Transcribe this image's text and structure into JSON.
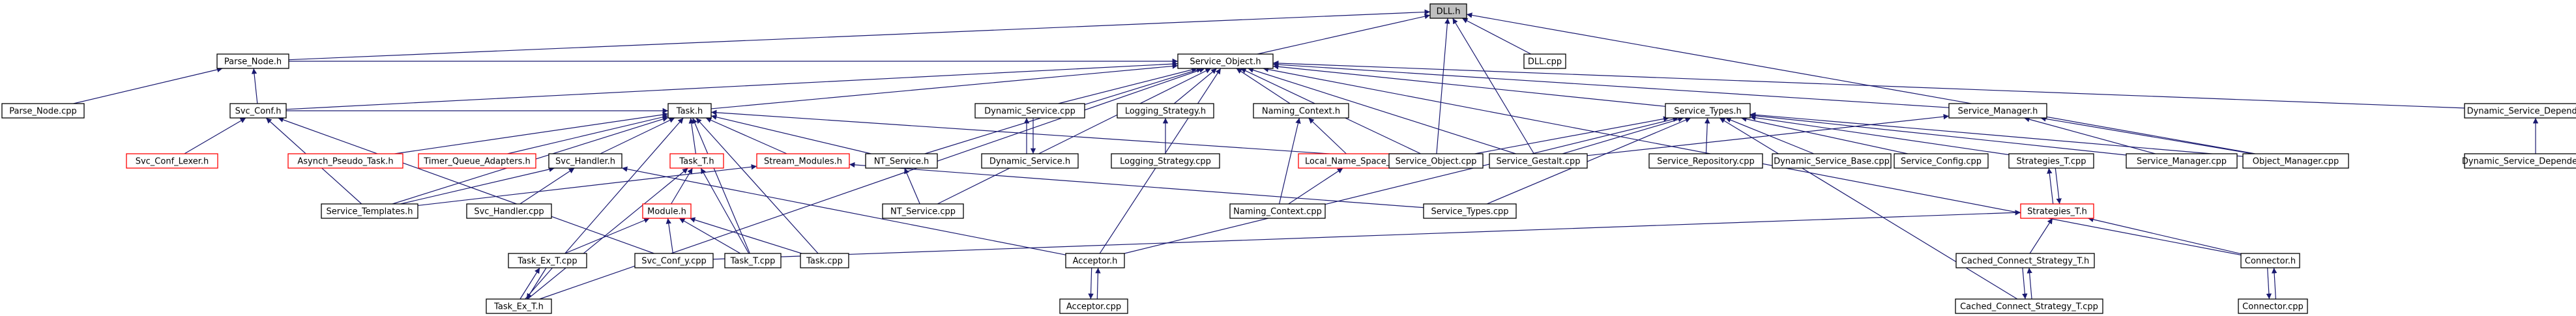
{
  "colors": {
    "root_fill": "#bfbfbf",
    "node_fill": "#ffffff",
    "border_black": "#000000",
    "border_red": "#ff0000",
    "edge": "#191970"
  },
  "nodes": [
    {
      "id": "dll_h",
      "label": "DLL.h",
      "root": true
    },
    {
      "id": "parse_node_h",
      "label": "Parse_Node.h"
    },
    {
      "id": "service_object_h",
      "label": "Service_Object.h"
    },
    {
      "id": "dll_cpp",
      "label": "DLL.cpp"
    },
    {
      "id": "parse_node_cpp",
      "label": "Parse_Node.cpp"
    },
    {
      "id": "svc_conf_h",
      "label": "Svc_Conf.h"
    },
    {
      "id": "task_h",
      "label": "Task.h"
    },
    {
      "id": "dynamic_service_cpp",
      "label": "Dynamic_Service.cpp"
    },
    {
      "id": "logging_strategy_h",
      "label": "Logging_Strategy.h"
    },
    {
      "id": "naming_context_h",
      "label": "Naming_Context.h"
    },
    {
      "id": "service_types_h",
      "label": "Service_Types.h"
    },
    {
      "id": "service_manager_h",
      "label": "Service_Manager.h"
    },
    {
      "id": "dynamic_service_dependency_h",
      "label": "Dynamic_Service_Dependency.h"
    },
    {
      "id": "svc_conf_lexer_h",
      "label": "Svc_Conf_Lexer.h",
      "red": true
    },
    {
      "id": "asynch_pseudo_task_h",
      "label": "Asynch_Pseudo_Task.h",
      "red": true
    },
    {
      "id": "timer_queue_adapters_h",
      "label": "Timer_Queue_Adapters.h",
      "red": true
    },
    {
      "id": "svc_handler_h",
      "label": "Svc_Handler.h"
    },
    {
      "id": "task_t_h",
      "label": "Task_T.h",
      "red": true
    },
    {
      "id": "stream_modules_h",
      "label": "Stream_Modules.h",
      "red": true
    },
    {
      "id": "nt_service_h",
      "label": "NT_Service.h"
    },
    {
      "id": "dynamic_service_h",
      "label": "Dynamic_Service.h"
    },
    {
      "id": "logging_strategy_cpp",
      "label": "Logging_Strategy.cpp"
    },
    {
      "id": "local_name_space_t_h",
      "label": "Local_Name_Space_T.h",
      "red": true
    },
    {
      "id": "service_object_cpp",
      "label": "Service_Object.cpp"
    },
    {
      "id": "service_gestalt_cpp",
      "label": "Service_Gestalt.cpp"
    },
    {
      "id": "service_repository_cpp",
      "label": "Service_Repository.cpp"
    },
    {
      "id": "dynamic_service_base_cpp",
      "label": "Dynamic_Service_Base.cpp"
    },
    {
      "id": "service_config_cpp",
      "label": "Service_Config.cpp"
    },
    {
      "id": "strategies_t_cpp",
      "label": "Strategies_T.cpp"
    },
    {
      "id": "service_manager_cpp",
      "label": "Service_Manager.cpp"
    },
    {
      "id": "object_manager_cpp",
      "label": "Object_Manager.cpp"
    },
    {
      "id": "dynamic_service_dependency_cpp",
      "label": "Dynamic_Service_Dependency.cpp"
    },
    {
      "id": "service_templates_h",
      "label": "Service_Templates.h"
    },
    {
      "id": "svc_handler_cpp",
      "label": "Svc_Handler.cpp"
    },
    {
      "id": "nt_service_cpp",
      "label": "NT_Service.cpp"
    },
    {
      "id": "naming_context_cpp",
      "label": "Naming_Context.cpp"
    },
    {
      "id": "module_h",
      "label": "Module.h",
      "red": true
    },
    {
      "id": "service_types_cpp",
      "label": "Service_Types.cpp"
    },
    {
      "id": "strategies_t_h",
      "label": "Strategies_T.h",
      "red": true
    },
    {
      "id": "task_ex_t_cpp",
      "label": "Task_Ex_T.cpp"
    },
    {
      "id": "svc_conf_y_cpp",
      "label": "Svc_Conf_y.cpp"
    },
    {
      "id": "task_t_cpp",
      "label": "Task_T.cpp"
    },
    {
      "id": "task_cpp",
      "label": "Task.cpp"
    },
    {
      "id": "acceptor_h",
      "label": "Acceptor.h"
    },
    {
      "id": "cached_connect_strategy_t_h",
      "label": "Cached_Connect_Strategy_T.h"
    },
    {
      "id": "connector_h",
      "label": "Connector.h"
    },
    {
      "id": "task_ex_t_h",
      "label": "Task_Ex_T.h"
    },
    {
      "id": "acceptor_cpp",
      "label": "Acceptor.cpp"
    },
    {
      "id": "cached_connect_strategy_t_cpp",
      "label": "Cached_Connect_Strategy_T.cpp"
    },
    {
      "id": "connector_cpp",
      "label": "Connector.cpp"
    }
  ],
  "edges": [
    [
      "dll_h",
      "parse_node_h"
    ],
    [
      "dll_h",
      "service_object_h"
    ],
    [
      "dll_h",
      "dll_cpp"
    ],
    [
      "dll_h",
      "service_object_cpp"
    ],
    [
      "dll_h",
      "service_gestalt_cpp"
    ],
    [
      "dll_h",
      "object_manager_cpp"
    ],
    [
      "parse_node_h",
      "parse_node_cpp"
    ],
    [
      "parse_node_h",
      "svc_conf_h"
    ],
    [
      "service_object_h",
      "parse_node_h"
    ],
    [
      "service_object_h",
      "svc_conf_h"
    ],
    [
      "service_object_h",
      "task_h"
    ],
    [
      "service_object_h",
      "dynamic_service_cpp"
    ],
    [
      "service_object_h",
      "logging_strategy_h"
    ],
    [
      "service_object_h",
      "naming_context_h"
    ],
    [
      "service_object_h",
      "service_types_h"
    ],
    [
      "service_object_h",
      "service_manager_h"
    ],
    [
      "service_object_h",
      "dynamic_service_dependency_h"
    ],
    [
      "service_object_h",
      "nt_service_h"
    ],
    [
      "service_object_h",
      "nt_service_cpp"
    ],
    [
      "service_object_h",
      "acceptor_h"
    ],
    [
      "service_object_h",
      "connector_h"
    ],
    [
      "service_object_h",
      "service_object_cpp"
    ],
    [
      "service_object_h",
      "service_gestalt_cpp"
    ],
    [
      "service_object_h",
      "task_ex_t_h"
    ],
    [
      "svc_conf_h",
      "svc_conf_lexer_h"
    ],
    [
      "svc_conf_h",
      "service_templates_h"
    ],
    [
      "svc_conf_h",
      "svc_conf_y_cpp"
    ],
    [
      "task_h",
      "asynch_pseudo_task_h"
    ],
    [
      "task_h",
      "timer_queue_adapters_h"
    ],
    [
      "task_h",
      "svc_handler_h"
    ],
    [
      "task_h",
      "task_t_h"
    ],
    [
      "task_h",
      "stream_modules_h"
    ],
    [
      "task_h",
      "nt_service_h"
    ],
    [
      "task_h",
      "task_cpp"
    ],
    [
      "task_h",
      "task_t_cpp"
    ],
    [
      "task_h",
      "task_ex_t_h"
    ],
    [
      "task_h",
      "svc_conf_h"
    ],
    [
      "task_h",
      "service_templates_h"
    ],
    [
      "task_h",
      "service_object_cpp"
    ],
    [
      "dynamic_service_cpp",
      "dynamic_service_h"
    ],
    [
      "dynamic_service_h",
      "dynamic_service_cpp"
    ],
    [
      "logging_strategy_h",
      "logging_strategy_cpp"
    ],
    [
      "naming_context_h",
      "local_name_space_t_h"
    ],
    [
      "naming_context_h",
      "naming_context_cpp"
    ],
    [
      "service_types_h",
      "service_object_cpp"
    ],
    [
      "service_types_h",
      "service_gestalt_cpp"
    ],
    [
      "service_types_h",
      "service_repository_cpp"
    ],
    [
      "service_types_h",
      "dynamic_service_base_cpp"
    ],
    [
      "service_types_h",
      "service_config_cpp"
    ],
    [
      "service_types_h",
      "strategies_t_cpp"
    ],
    [
      "service_types_h",
      "service_manager_cpp"
    ],
    [
      "service_types_h",
      "object_manager_cpp"
    ],
    [
      "service_types_h",
      "service_types_cpp"
    ],
    [
      "service_types_h",
      "acceptor_h"
    ],
    [
      "service_types_h",
      "cached_connect_strategy_t_cpp"
    ],
    [
      "service_manager_h",
      "service_manager_cpp"
    ],
    [
      "service_manager_h",
      "object_manager_cpp"
    ],
    [
      "service_manager_h",
      "service_gestalt_cpp"
    ],
    [
      "dynamic_service_dependency_h",
      "dynamic_service_dependency_cpp"
    ],
    [
      "svc_handler_h",
      "service_templates_h"
    ],
    [
      "svc_handler_h",
      "svc_handler_cpp"
    ],
    [
      "svc_handler_h",
      "acceptor_h"
    ],
    [
      "task_t_h",
      "module_h"
    ],
    [
      "task_t_h",
      "task_t_cpp"
    ],
    [
      "task_t_h",
      "task_ex_t_h"
    ],
    [
      "stream_modules_h",
      "service_templates_h"
    ],
    [
      "stream_modules_h",
      "service_types_cpp"
    ],
    [
      "nt_service_h",
      "nt_service_cpp"
    ],
    [
      "local_name_space_t_h",
      "naming_context_cpp"
    ],
    [
      "strategies_t_cpp",
      "strategies_t_h"
    ],
    [
      "strategies_t_h",
      "strategies_t_cpp"
    ],
    [
      "strategies_t_h",
      "svc_conf_y_cpp"
    ],
    [
      "strategies_t_h",
      "cached_connect_strategy_t_h"
    ],
    [
      "strategies_t_h",
      "connector_h"
    ],
    [
      "module_h",
      "task_ex_t_cpp"
    ],
    [
      "module_h",
      "svc_conf_y_cpp"
    ],
    [
      "module_h",
      "task_t_cpp"
    ],
    [
      "module_h",
      "task_cpp"
    ],
    [
      "task_ex_t_cpp",
      "task_ex_t_h"
    ],
    [
      "task_ex_t_h",
      "task_ex_t_cpp"
    ],
    [
      "acceptor_h",
      "acceptor_cpp"
    ],
    [
      "acceptor_cpp",
      "acceptor_h"
    ],
    [
      "cached_connect_strategy_t_h",
      "cached_connect_strategy_t_cpp"
    ],
    [
      "cached_connect_strategy_t_cpp",
      "cached_connect_strategy_t_h"
    ],
    [
      "connector_h",
      "connector_cpp"
    ],
    [
      "connector_cpp",
      "connector_h"
    ]
  ]
}
